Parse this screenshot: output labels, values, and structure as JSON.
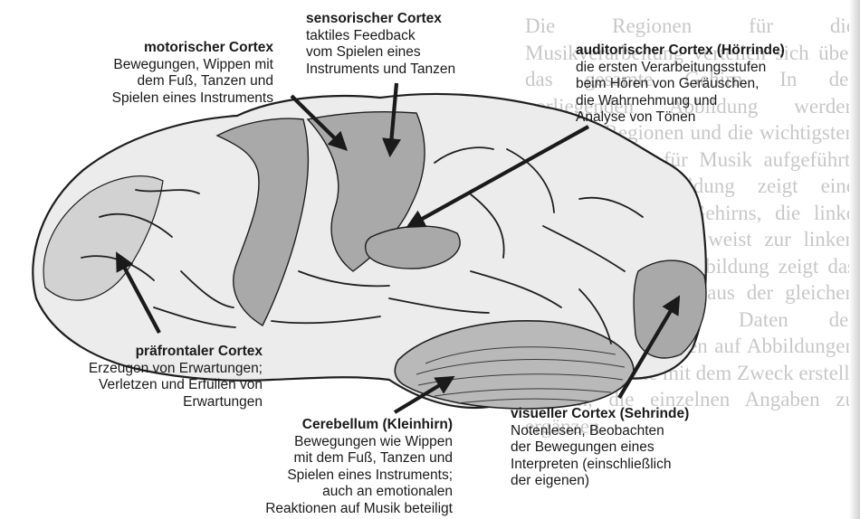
{
  "background_text": "Die Regionen für die Musikverarbeitung verteilen sich über das gesamte Gehirn. In der vorliegenden Abbildung werden folgende Regionen und die wichtigsten Verarbeitungen für Musik aufgeführt. Die obere Abbildung zeigt eine Seitenansicht des Gehirns, die linke Hälfte des Gehirns weist zur linken Seite. Die untere Abbildung zeigt das Innere des Gehirns aus der gleichen Perspektive. Die Daten der Abbildungen beruhen auf Abbildungen von Levitin, die mit dem Zweck erstellt wurden, die einzelnen Angaben zu ergänzen.",
  "labels": {
    "motor": {
      "title": "motorischer Cortex",
      "lines": [
        "Bewegungen, Wippen mit",
        "dem Fuß, Tanzen und",
        "Spielen eines Instruments"
      ]
    },
    "sensory": {
      "title": "sensorischer Cortex",
      "lines": [
        "taktiles Feedback",
        "vom Spielen eines",
        "Instruments und Tanzen"
      ]
    },
    "auditory": {
      "title": "auditorischer Cortex (Hörrinde)",
      "lines": [
        "die ersten Verarbeitungsstufen",
        "beim Hören von Geräuschen,",
        "die Wahrnehmung und",
        "Analyse von Tönen"
      ]
    },
    "prefrontal": {
      "title": "präfrontaler Cortex",
      "lines": [
        "Erzeugen von Erwartungen;",
        "Verletzen und Erfüllen von",
        "Erwartungen"
      ]
    },
    "cerebellum": {
      "title": "Cerebellum (Kleinhirn)",
      "lines": [
        "Bewegungen wie Wippen",
        "mit dem Fuß, Tanzen und",
        "Spielen eines Instruments;",
        "auch an emotionalen",
        "Reaktionen auf Musik beteiligt"
      ]
    },
    "visual": {
      "title": "visueller Cortex (Sehrinde)",
      "lines": [
        "Notenlesen, Beobachten",
        "der Bewegungen eines",
        "Interpreten (einschließlich",
        "der eigenen)"
      ]
    }
  },
  "colors": {
    "brain_fill": "#ececec",
    "region_fill": "#a9a9a9",
    "outline": "#1f1f1f",
    "arrow": "#1a1a1a",
    "bg_text": "#9b9b9b"
  }
}
